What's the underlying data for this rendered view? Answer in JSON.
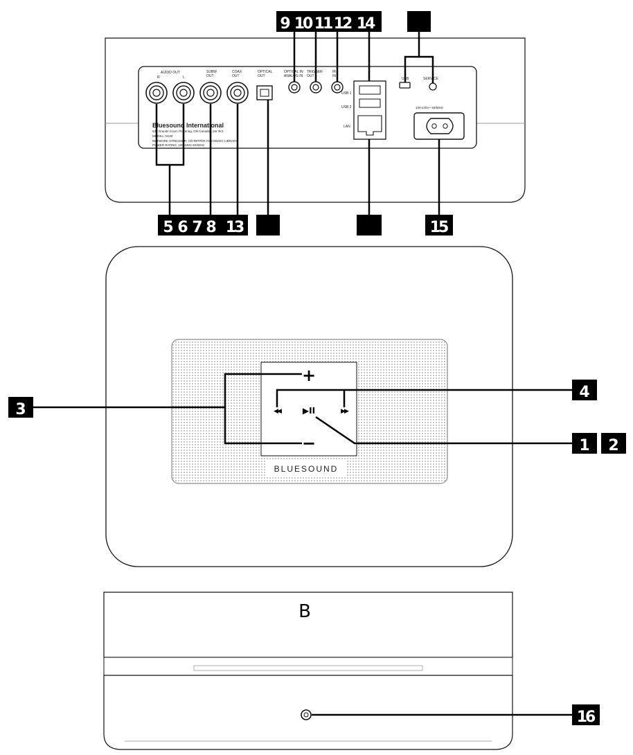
{
  "rear_panel": {
    "audio_out": "AUDIO OUT",
    "audio_out_r": "R",
    "audio_out_l": "L",
    "subw_out": "SUBW\nOUT",
    "coax_out": "COAX\nOUT",
    "optical_out": "OPTICAL\nOUT",
    "optical_analog_in": "OPTICAL IN\nANALOG IN",
    "trigger_out": "TRIGGER\nOUT",
    "ir_in": "IR\nIN",
    "usb1": "USB 1",
    "usb2": "USB 2",
    "lan": "LAN",
    "usb": "USB",
    "service": "SERVICE",
    "power_rating": "100-240V~ 50/60Hz",
    "brand": "Bluesound International",
    "addr": "633 Granite Court, Pickering, ON Canada L1W 3K1",
    "model": "MODEL: N130",
    "product": "NETWORK STREAMER, CD-RIPPER AND MUSIC LIBRARY",
    "rating": "POWER RATING: 100-240V 50/60Hz"
  },
  "top_panel": {
    "vol_up": "+",
    "vol_down": "−",
    "prev": "◀◀",
    "play_pause": "▶II",
    "next": "▶▶",
    "brand": "BLUESOUND"
  },
  "front_panel": {
    "logo": "B"
  },
  "callouts": {
    "c9": "9",
    "c10": "10",
    "c11": "11",
    "c12": "12",
    "c14": "14",
    "c5": "5",
    "c6": "6",
    "c7": "7",
    "c8": "8",
    "c13": "13",
    "c15": "15",
    "c3": "3",
    "c4": "4",
    "c1": "1",
    "c2": "2",
    "c16": "16"
  }
}
